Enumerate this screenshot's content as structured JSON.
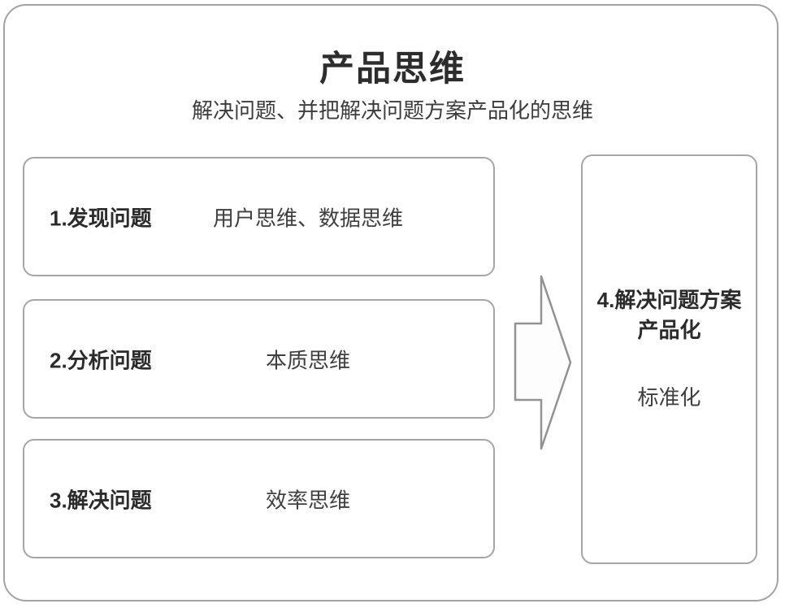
{
  "page": {
    "title": "产品思维",
    "subtitle": "解决问题、并把解决问题方案产品化的思维"
  },
  "steps": [
    {
      "label": "1.发现问题",
      "description": "用户思维、数据思维"
    },
    {
      "label": "2.分析问题",
      "description": "本质思维"
    },
    {
      "label": "3.解决问题",
      "description": "效率思维"
    }
  ],
  "result": {
    "heading_lines": [
      "4.解决问题方案",
      "产品化"
    ],
    "sub": "标准化"
  },
  "icons": {
    "arrow": "right-block-arrow"
  },
  "colors": {
    "border": "#a6a6a6",
    "text_primary": "#2b2b2b",
    "text_secondary": "#3f3f3f",
    "background": "#ffffff"
  }
}
